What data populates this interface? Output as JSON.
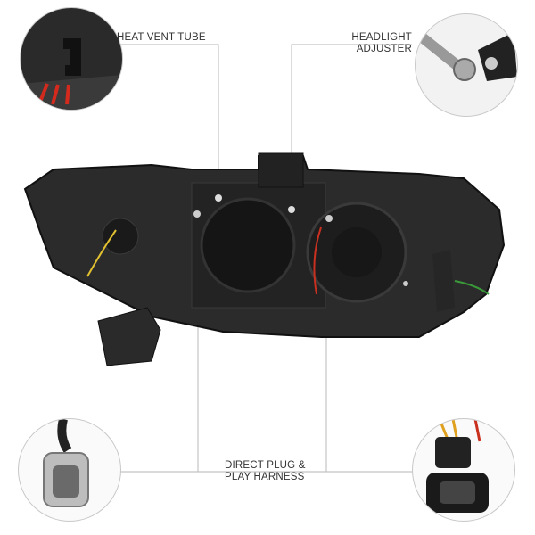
{
  "callouts": {
    "heat_vent_tube": "HEAT VENT TUBE",
    "headlight_adjuster_line1": "HEADLIGHT",
    "headlight_adjuster_line2": "ADJUSTER",
    "harness_line1": "DIRECT PLUG &",
    "harness_line2": "PLAY HARNESS"
  },
  "colors": {
    "housing": "#2a2a2a",
    "leader_line": "#bdbdbd",
    "arrow_red": "#d42a1e"
  }
}
